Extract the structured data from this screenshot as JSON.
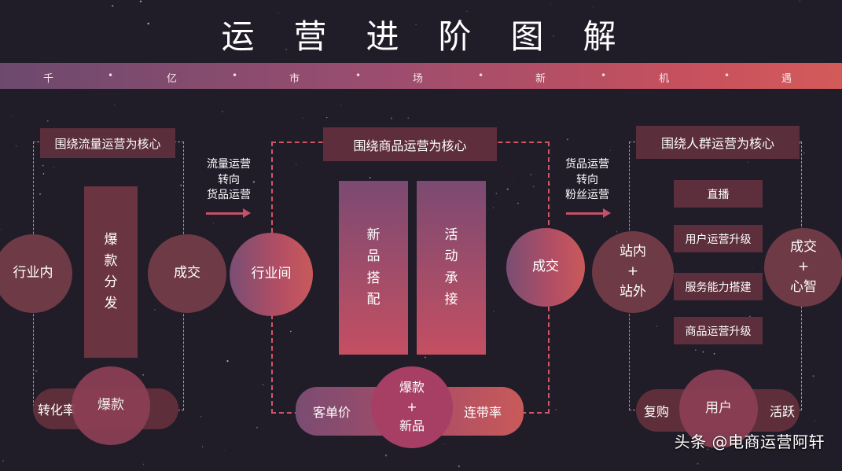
{
  "title": [
    "运",
    "营",
    "进",
    "阶",
    "图",
    "解"
  ],
  "banner": [
    "千",
    "亿",
    "市",
    "场",
    "新",
    "机",
    "遇"
  ],
  "left": {
    "header": "围绕流量运营为核心",
    "circle_left": "行业内",
    "bar": "爆款分发",
    "circle_right": "成交",
    "pill_left": "转化率",
    "pill_circle": "爆款"
  },
  "arrow1_lines": [
    "流量运营",
    "转向",
    "货品运营"
  ],
  "middle": {
    "circle_left": "行业间",
    "header": "围绕商品运营为核心",
    "bar1": "新品搭配",
    "bar2": "活动承接",
    "circle_right": "成交",
    "pill_left": "客单价",
    "pill_circle": [
      "爆款",
      "+",
      "新品"
    ],
    "pill_right": "连带率"
  },
  "arrow2_lines": [
    "货品运营",
    "转向",
    "粉丝运营"
  ],
  "right": {
    "header": "围绕人群运营为核心",
    "circle_left": [
      "站内",
      "+",
      "站外"
    ],
    "boxes": [
      "直播",
      "用户运营升级",
      "服务能力搭建",
      "商品运营升级"
    ],
    "circle_right": [
      "成交",
      "+",
      "心智"
    ],
    "pill_left": "复购",
    "pill_circle": "用户",
    "pill_right": "活跃"
  },
  "watermark": "头条 @电商运营阿轩"
}
